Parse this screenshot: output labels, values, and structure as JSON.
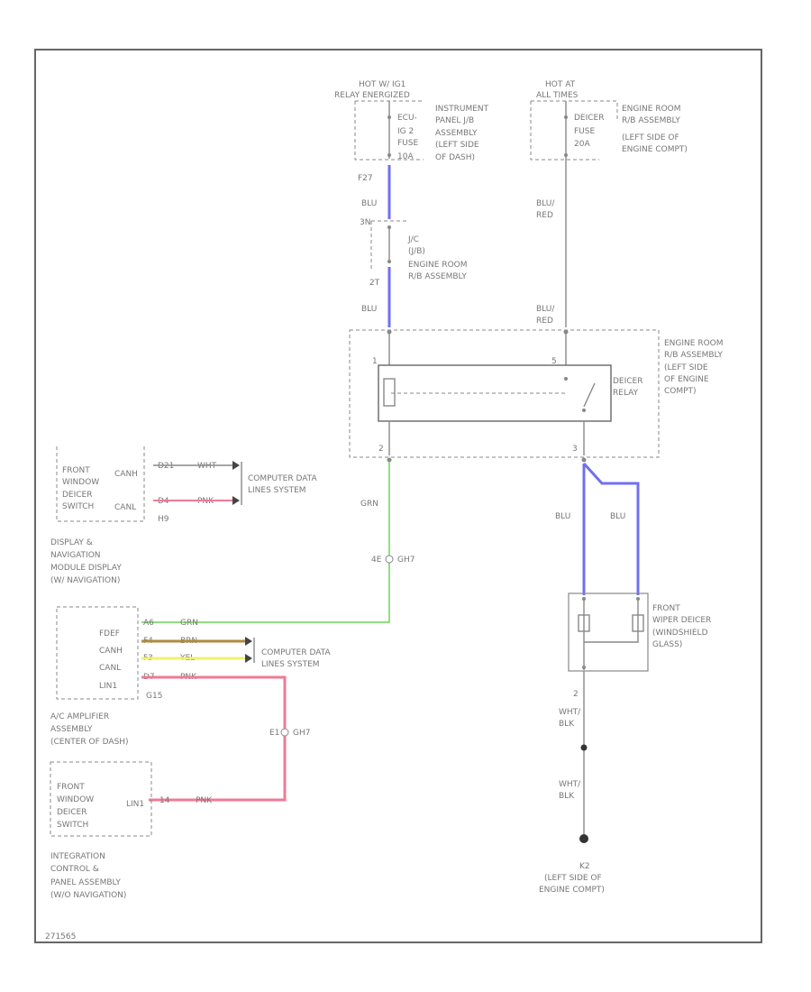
{
  "fuse_hot": {
    "header1": "HOT W/ IG1",
    "header2": "RELAY ENERGIZED",
    "fuse": [
      "ECU-",
      "IG 2",
      "FUSE",
      "10A"
    ],
    "location": [
      "INSTRUMENT",
      "PANEL J/B",
      "ASSEMBLY",
      "(LEFT SIDE",
      "OF DASH)"
    ],
    "pin": "F27"
  },
  "fuse_at": {
    "header1": "HOT AT",
    "header2": "ALL TIMES",
    "fuse": [
      "DEICER",
      "FUSE",
      "20A"
    ],
    "location": [
      "ENGINE ROOM",
      "R/B ASSEMBLY",
      "(LEFT SIDE OF",
      "ENGINE COMPT)"
    ]
  },
  "junction": {
    "pin_top": "3N",
    "label": [
      "J/C",
      "(J/B)"
    ],
    "location": [
      "ENGINE ROOM",
      "R/B ASSEMBLY"
    ],
    "pin_bottom": "2T"
  },
  "wire_colors": {
    "blu": "BLU",
    "blu_red": [
      "BLU/",
      "RED"
    ],
    "grn": "GRN",
    "wht_blk": [
      "WHT/",
      "BLK"
    ]
  },
  "relay": {
    "location": [
      "ENGINE ROOM",
      "R/B ASSEMBLY",
      "(LEFT SIDE",
      "OF ENGINE",
      "COMPT)"
    ],
    "name": [
      "DEICER",
      "RELAY"
    ],
    "pins": [
      "1",
      "2",
      "3",
      "5"
    ]
  },
  "deicer_switch": {
    "label": [
      "FRONT",
      "WINDOW",
      "DEICER",
      "SWITCH"
    ],
    "chans": [
      "CANH",
      "CANL"
    ],
    "pins": [
      "D21",
      "D4"
    ],
    "colors": [
      "WHT",
      "PNK"
    ],
    "connector": "H9"
  },
  "computer_data_1": [
    "COMPUTER DATA",
    "LINES SYSTEM"
  ],
  "display_module": [
    "DISPLAY &",
    "NAVIGATION",
    "MODULE DISPLAY",
    "(W/ NAVIGATION)"
  ],
  "ground_splice": {
    "pin": "4E",
    "side": "GH7"
  },
  "ac_amp": {
    "terms": [
      "FDEF",
      "CANH",
      "CANL",
      "LIN1"
    ],
    "pins": [
      "A6",
      "F4",
      "F3",
      "D7"
    ],
    "colors": [
      "GRN",
      "BRN",
      "YEL",
      "PNK"
    ],
    "connector": "G15",
    "label": [
      "A/C AMPLIFIER",
      "ASSEMBLY",
      "(CENTER OF DASH)"
    ]
  },
  "computer_data_2": [
    "COMPUTER DATA",
    "LINES SYSTEM"
  ],
  "splice_pink": {
    "pin": "E1",
    "side": "GH7"
  },
  "deicer_switch_2": {
    "label": [
      "FRONT",
      "WINDOW",
      "DEICER",
      "SWITCH"
    ],
    "term": "LIN1",
    "pin": "14",
    "color": "PNK"
  },
  "integration_panel": [
    "INTEGRATION",
    "CONTROL &",
    "PANEL ASSEMBLY",
    "(W/O NAVIGATION)"
  ],
  "wiper_deicer": {
    "label": [
      "FRONT",
      "WIPER DEICER",
      "(WINDSHIELD",
      "GLASS)"
    ],
    "pin": "2"
  },
  "ground": {
    "name": "K2",
    "location": [
      "(LEFT SIDE OF",
      "ENGINE COMPT)"
    ]
  },
  "diagram_id": "271565"
}
